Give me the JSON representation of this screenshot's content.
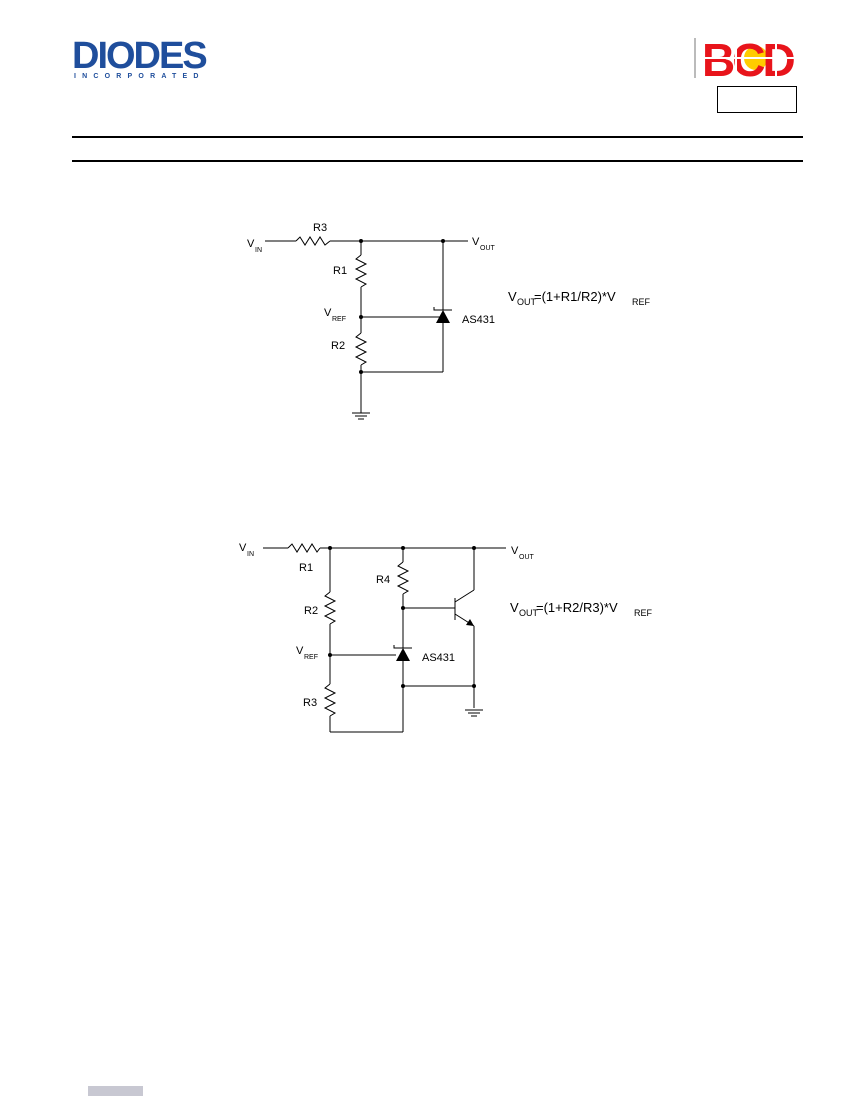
{
  "header": {
    "left_logo_text": "DIODES",
    "left_logo_subtext": "INCORPORATED",
    "right_logo_text": "BCD",
    "part_box": ""
  },
  "circuit1": {
    "vin_label": "V",
    "vin_sub": "IN",
    "vout_label": "V",
    "vout_sub": "OUT",
    "r3_label": "R3",
    "r1_label": "R1",
    "r2_label": "R2",
    "vref_label": "V",
    "vref_sub": "REF",
    "ic_label": "AS431",
    "formula_v": "V",
    "formula_sub_out": "OUT",
    "formula_mid": "=(1+R1/R2)*V",
    "formula_sub_ref": "REF"
  },
  "circuit2": {
    "vin_label": "V",
    "vin_sub": "IN",
    "vout_label": "V",
    "vout_sub": "OUT",
    "r1_label": "R1",
    "r2_label": "R2",
    "r3_label": "R3",
    "r4_label": "R4",
    "vref_label": "V",
    "vref_sub": "REF",
    "ic_label": "AS431",
    "formula_v": "V",
    "formula_sub_out": "OUT",
    "formula_mid": "=(1+R2/R3)*V",
    "formula_sub_ref": "REF"
  }
}
